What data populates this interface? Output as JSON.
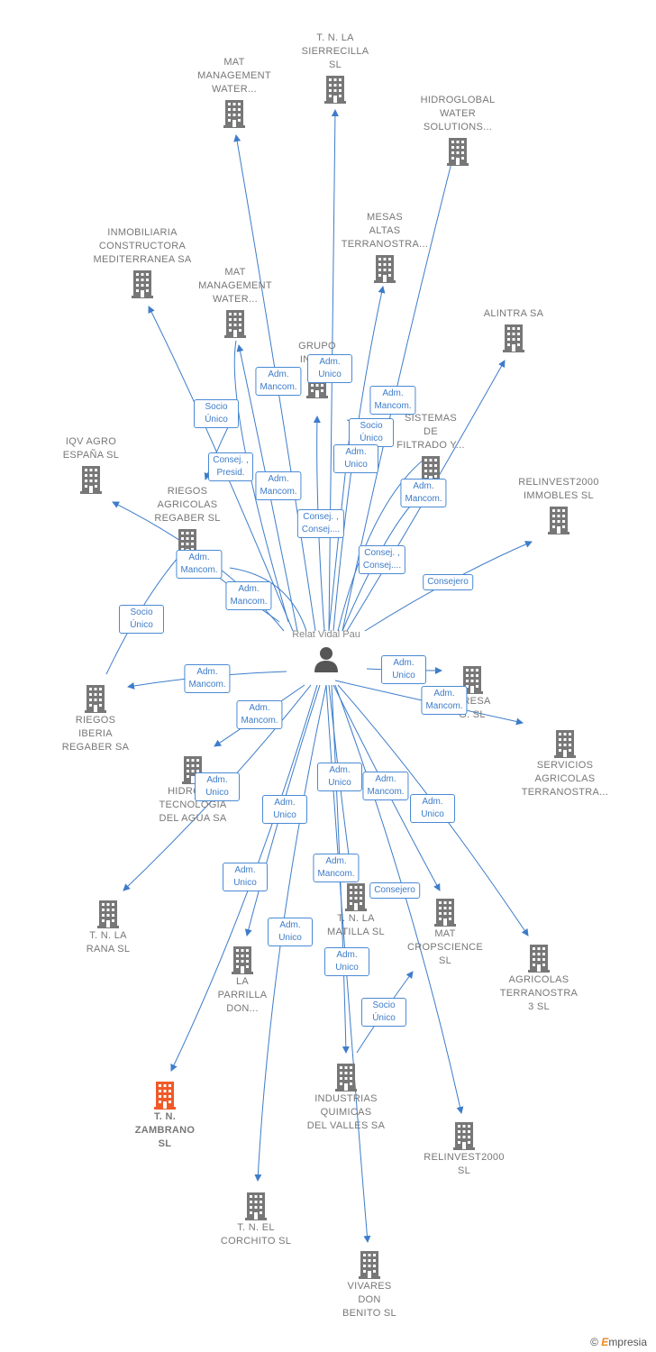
{
  "center": {
    "name": "Relat Vidal Pau"
  },
  "companies": [
    {
      "id": "c1",
      "label": "T. N. LA\nSIERRECILLA\nSL"
    },
    {
      "id": "c2",
      "label": "MAT\nMANAGEMENT\nWATER..."
    },
    {
      "id": "c3",
      "label": "HIDROGLOBAL\nWATER\nSOLUTIONS..."
    },
    {
      "id": "c4",
      "label": "INMOBILIARIA\nCONSTRUCTORA\nMEDITERRANEA SA"
    },
    {
      "id": "c5",
      "label": "MESAS\nALTAS\nTERRANOSTRA..."
    },
    {
      "id": "c6",
      "label": "MAT\nMANAGEMENT\nWATER..."
    },
    {
      "id": "c7",
      "label": "ALINTRA SA"
    },
    {
      "id": "c8",
      "label": "GRUPO\nINDU..."
    },
    {
      "id": "c9",
      "label": "SISTEMAS\nDE\nFILTRADO Y..."
    },
    {
      "id": "c10",
      "label": "IQV AGRO\nESPAÑA SL"
    },
    {
      "id": "c11",
      "label": "RIEGOS\nAGRICOLAS\nREGABER SL"
    },
    {
      "id": "c12",
      "label": "RELINVEST2000\nIMMOBLES SL"
    },
    {
      "id": "c13",
      "label": "...RESA\nG. SL"
    },
    {
      "id": "c14",
      "label": "RIEGOS\nIBERIA\nREGABER SA"
    },
    {
      "id": "c15",
      "label": "SERVICIOS\nAGRICOLAS\nTERRANOSTRA..."
    },
    {
      "id": "c16",
      "label": "HIDROG...\nTECNOLOGIA\nDEL AGUA SA"
    },
    {
      "id": "c17",
      "label": "T. N. LA\nRANA SL"
    },
    {
      "id": "c18",
      "label": "T. N. LA\nMATILLA SL"
    },
    {
      "id": "c19",
      "label": "MAT\nCROPSCIENCE\nSL"
    },
    {
      "id": "c20",
      "label": "AGRICOLAS\nTERRANOSTRA\n3 SL"
    },
    {
      "id": "c21",
      "label": "LA\nPARRILLA\nDON..."
    },
    {
      "id": "c22",
      "label": "T. N.\nZAMBRANO\nSL"
    },
    {
      "id": "c23",
      "label": "INDUSTRIAS\nQUIMICAS\nDEL VALLES SA"
    },
    {
      "id": "c24",
      "label": "RELINVEST2000\nSL"
    },
    {
      "id": "c25",
      "label": "T. N. EL\nCORCHITO SL"
    },
    {
      "id": "c26",
      "label": "VIVARES\nDON\nBENITO SL"
    }
  ],
  "roles": [
    {
      "id": "r1",
      "text": "Adm.\nMancom."
    },
    {
      "id": "r2",
      "text": "Adm.\nUnico"
    },
    {
      "id": "r3",
      "text": "Adm.\nMancom."
    },
    {
      "id": "r4",
      "text": "Socio\nÚnico"
    },
    {
      "id": "r5",
      "text": "Socio\nÚnico"
    },
    {
      "id": "r6",
      "text": "Adm.\nUnico"
    },
    {
      "id": "r7",
      "text": "Consej. ,\nPresid."
    },
    {
      "id": "r8",
      "text": "Adm.\nMancom."
    },
    {
      "id": "r9",
      "text": "Adm.\nMancom."
    },
    {
      "id": "r10",
      "text": "Consej. ,\nConsej...."
    },
    {
      "id": "r11",
      "text": "Adm.\nMancom."
    },
    {
      "id": "r12",
      "text": "Adm.\nMancom."
    },
    {
      "id": "r13",
      "text": "Consej. ,\nConsej...."
    },
    {
      "id": "r14",
      "text": "Consejero"
    },
    {
      "id": "r15",
      "text": "Socio\nÚnico"
    },
    {
      "id": "r16",
      "text": "Adm.\nMancom."
    },
    {
      "id": "r17",
      "text": "Adm.\nUnico"
    },
    {
      "id": "r18",
      "text": "Adm.\nMancom."
    },
    {
      "id": "r19",
      "text": "Adm.\nMancom."
    },
    {
      "id": "r20",
      "text": "Adm.\nUnico"
    },
    {
      "id": "r21",
      "text": "Adm.\nUnico"
    },
    {
      "id": "r22",
      "text": "Adm.\nUnico"
    },
    {
      "id": "r23",
      "text": "Adm.\nMancom."
    },
    {
      "id": "r24",
      "text": "Adm.\nUnico"
    },
    {
      "id": "r25",
      "text": "Adm.\nMancom."
    },
    {
      "id": "r26",
      "text": "Consejero"
    },
    {
      "id": "r27",
      "text": "Adm.\nUnico"
    },
    {
      "id": "r28",
      "text": "Adm.\nUnico"
    },
    {
      "id": "r29",
      "text": "Adm.\nUnico"
    },
    {
      "id": "r30",
      "text": "Socio\nÚnico"
    }
  ],
  "colors": {
    "edge": "#3d7cc9",
    "building": "#777777",
    "highlight": "#f05a28",
    "person": "#555555"
  },
  "brand": {
    "symbol": "©",
    "name": "mpresia",
    "initial": "E"
  }
}
